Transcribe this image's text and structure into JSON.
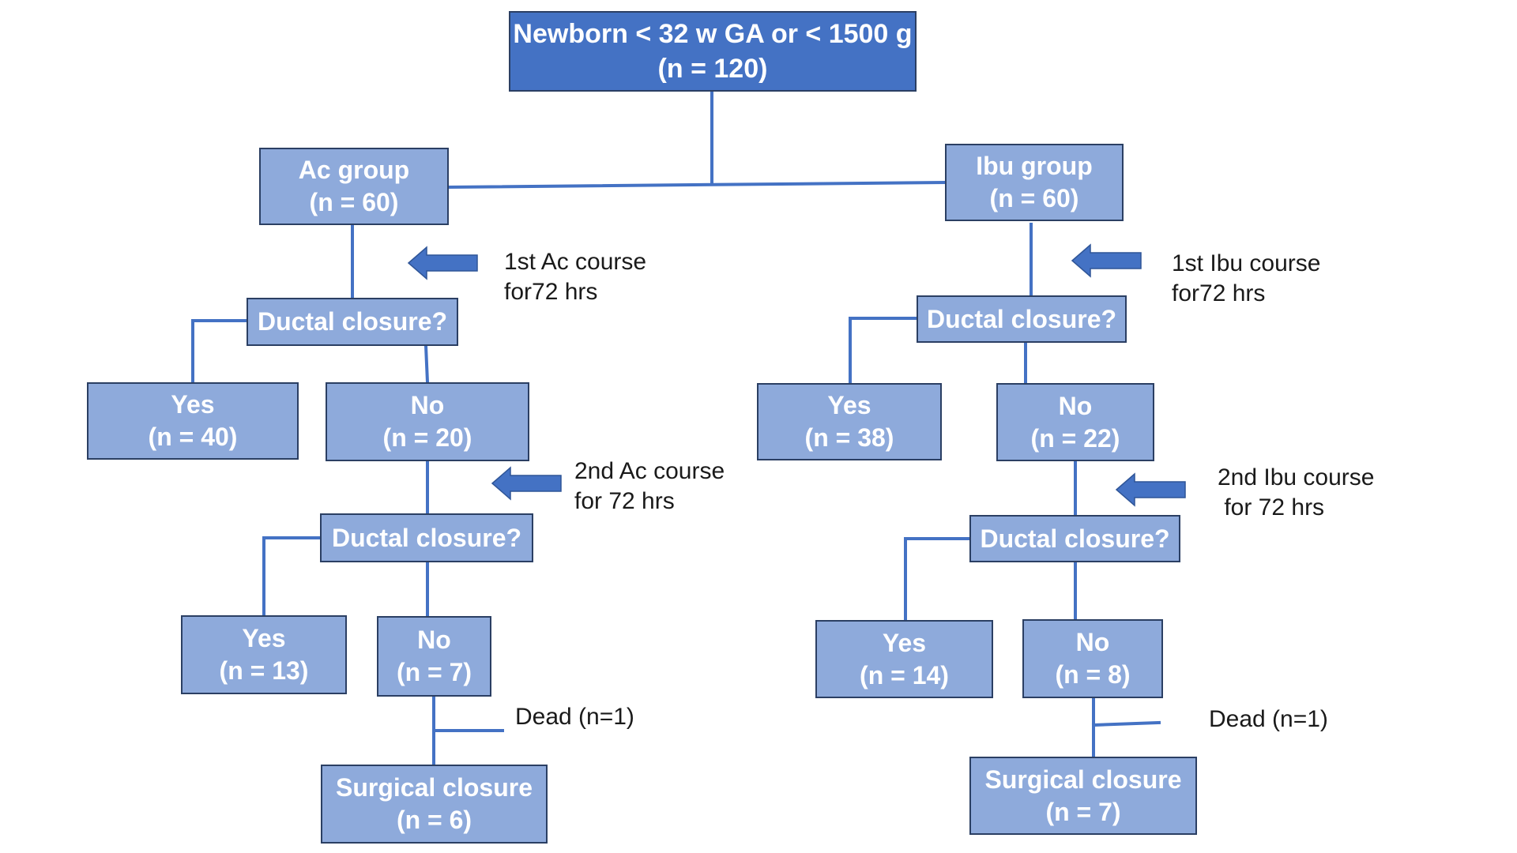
{
  "diagram": {
    "root": {
      "line1": "Newborn < 32 w GA or < 1500 g",
      "line2": "(n = 120)"
    },
    "ac": {
      "group": {
        "line1": "Ac group",
        "line2": "(n = 60)"
      },
      "course1": {
        "line1": "1st Ac course",
        "line2": "for72 hrs"
      },
      "closure1": {
        "line1": "Ductal closure?"
      },
      "yes1": {
        "line1": "Yes",
        "line2": "(n = 40)"
      },
      "no1": {
        "line1": "No",
        "line2": "(n = 20)"
      },
      "course2": {
        "line1": "2nd Ac course",
        "line2": "for 72 hrs"
      },
      "closure2": {
        "line1": "Ductal closure?"
      },
      "yes2": {
        "line1": "Yes",
        "line2": "(n = 13)"
      },
      "no2": {
        "line1": "No",
        "line2": "(n = 7)"
      },
      "dead": {
        "line1": "Dead (n=1)"
      },
      "surgical": {
        "line1": "Surgical closure",
        "line2": "(n = 6)"
      }
    },
    "ibu": {
      "group": {
        "line1": "Ibu group",
        "line2": "(n = 60)"
      },
      "course1": {
        "line1": "1st Ibu course",
        "line2": "for72 hrs"
      },
      "closure1": {
        "line1": "Ductal closure?"
      },
      "yes1": {
        "line1": "Yes",
        "line2": "(n = 38)"
      },
      "no1": {
        "line1": "No",
        "line2": "(n = 22)"
      },
      "course2": {
        "line1": "2nd Ibu course",
        "line2": " for 72 hrs"
      },
      "closure2": {
        "line1": "Ductal closure?"
      },
      "yes2": {
        "line1": "Yes",
        "line2": "(n = 14)"
      },
      "no2": {
        "line1": "No",
        "line2": "(n = 8)"
      },
      "dead": {
        "line1": "Dead (n=1)"
      },
      "surgical": {
        "line1": "Surgical closure",
        "line2": "(n = 7)"
      }
    }
  },
  "colors": {
    "root_fill": "#4472c4",
    "node_fill": "#8eaadb",
    "node_border": "#2b3f63",
    "connector": "#4472c4",
    "arrow_fill": "#4472c4",
    "text_on_node": "#ffffff",
    "label_text": "#1a1a1a"
  }
}
